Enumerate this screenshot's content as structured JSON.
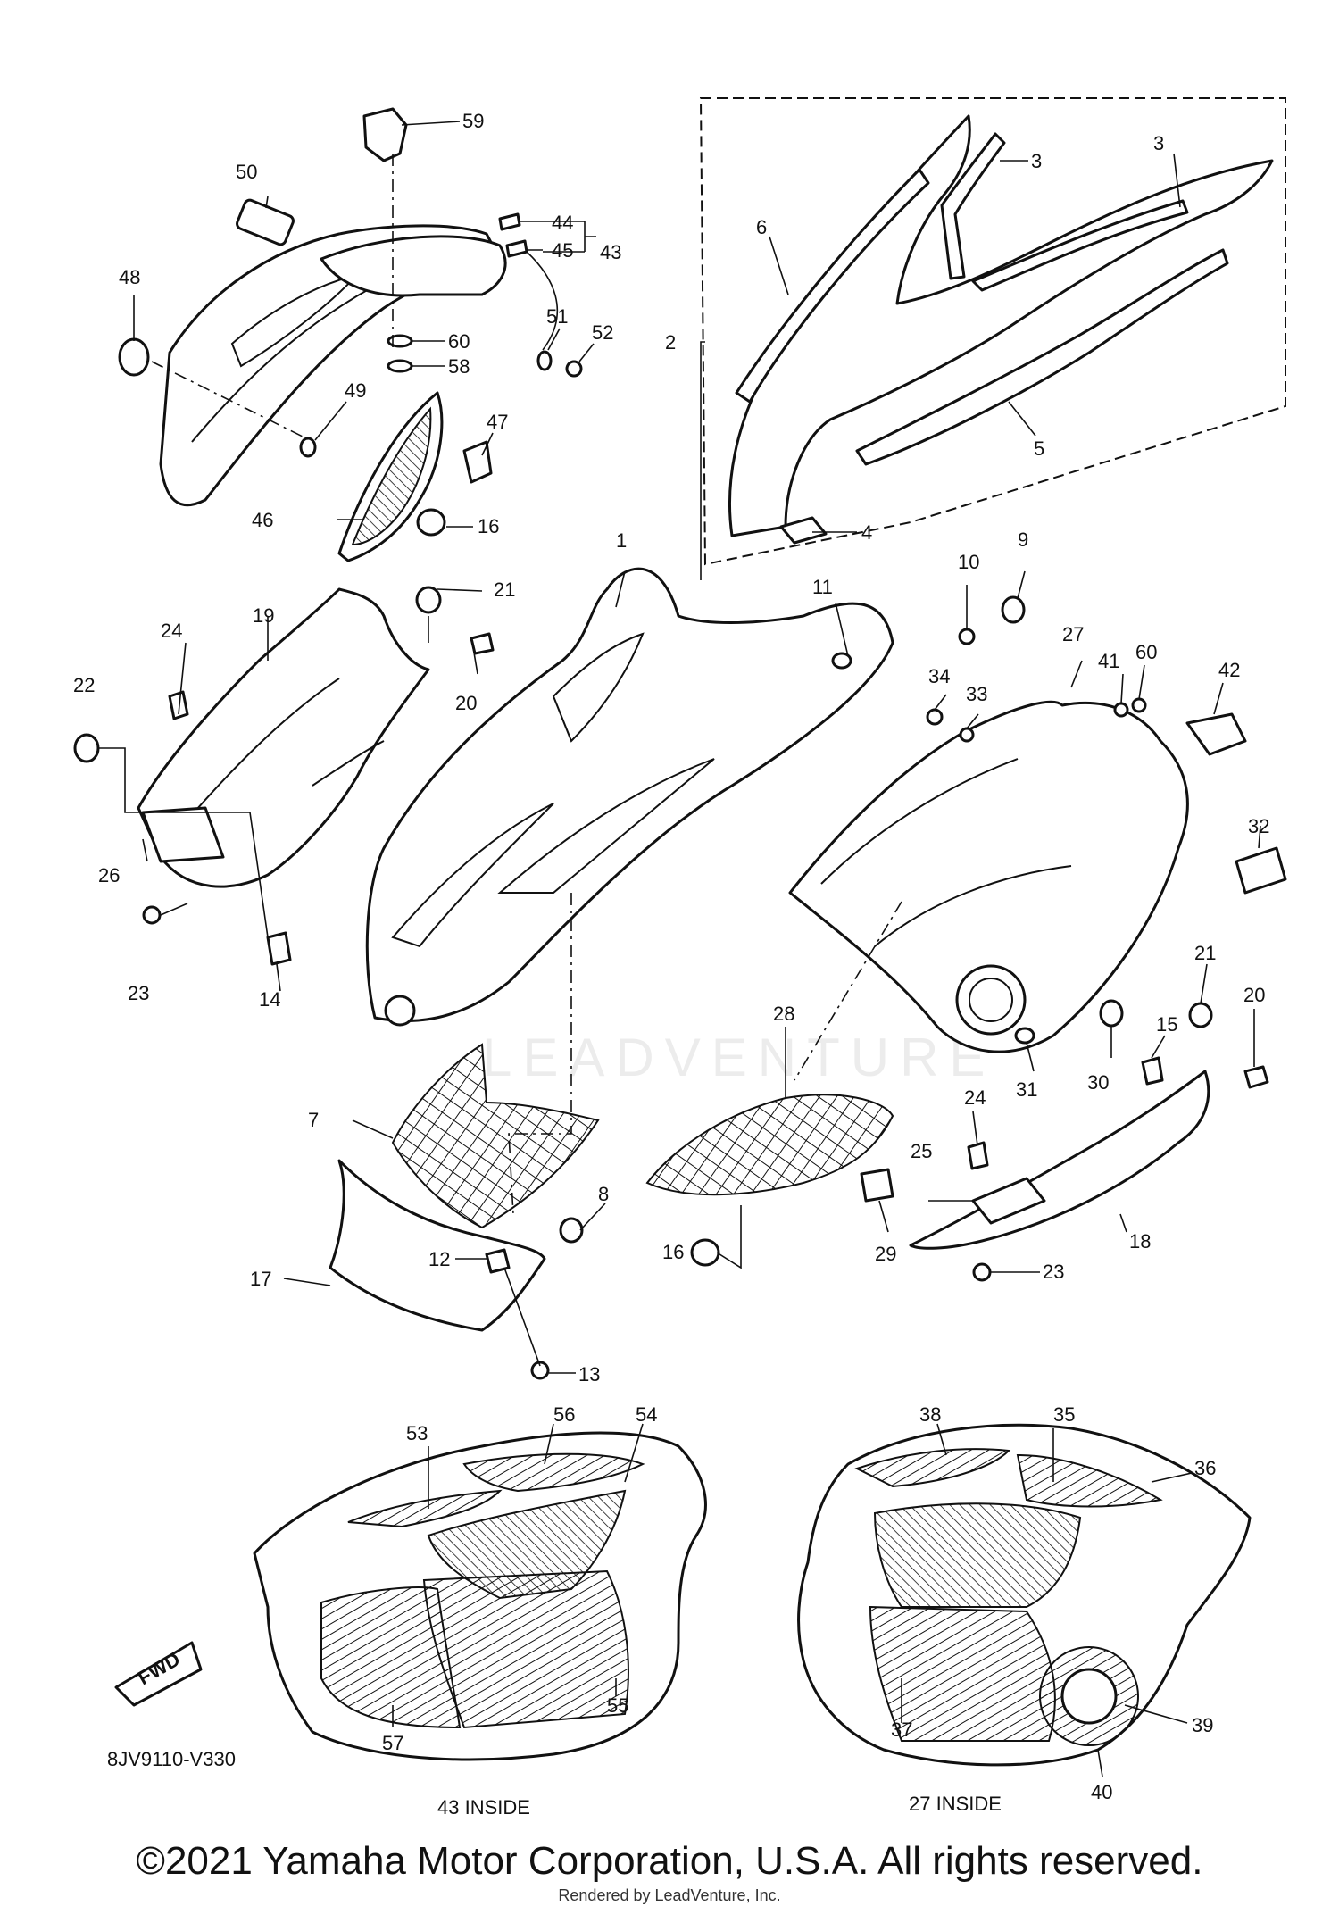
{
  "callouts": [
    {
      "id": "59",
      "label": "59"
    },
    {
      "id": "50",
      "label": "50"
    },
    {
      "id": "44",
      "label": "44"
    },
    {
      "id": "45",
      "label": "45"
    },
    {
      "id": "43",
      "label": "43"
    },
    {
      "id": "48",
      "label": "48"
    },
    {
      "id": "60a",
      "label": "60"
    },
    {
      "id": "58",
      "label": "58"
    },
    {
      "id": "51",
      "label": "51"
    },
    {
      "id": "52",
      "label": "52"
    },
    {
      "id": "49",
      "label": "49"
    },
    {
      "id": "47",
      "label": "47"
    },
    {
      "id": "46",
      "label": "46"
    },
    {
      "id": "16a",
      "label": "16"
    },
    {
      "id": "2",
      "label": "2"
    },
    {
      "id": "3a",
      "label": "3"
    },
    {
      "id": "3b",
      "label": "3"
    },
    {
      "id": "6",
      "label": "6"
    },
    {
      "id": "5",
      "label": "5"
    },
    {
      "id": "4",
      "label": "4"
    },
    {
      "id": "1",
      "label": "1"
    },
    {
      "id": "9",
      "label": "9"
    },
    {
      "id": "10",
      "label": "10"
    },
    {
      "id": "11",
      "label": "11"
    },
    {
      "id": "21a",
      "label": "21"
    },
    {
      "id": "24a",
      "label": "24"
    },
    {
      "id": "19",
      "label": "19"
    },
    {
      "id": "22",
      "label": "22"
    },
    {
      "id": "20a",
      "label": "20"
    },
    {
      "id": "26",
      "label": "26"
    },
    {
      "id": "23a",
      "label": "23"
    },
    {
      "id": "14",
      "label": "14"
    },
    {
      "id": "27",
      "label": "27"
    },
    {
      "id": "41",
      "label": "41"
    },
    {
      "id": "60b",
      "label": "60"
    },
    {
      "id": "42",
      "label": "42"
    },
    {
      "id": "34",
      "label": "34"
    },
    {
      "id": "33",
      "label": "33"
    },
    {
      "id": "32",
      "label": "32"
    },
    {
      "id": "21b",
      "label": "21"
    },
    {
      "id": "15",
      "label": "15"
    },
    {
      "id": "20b",
      "label": "20"
    },
    {
      "id": "30",
      "label": "30"
    },
    {
      "id": "31",
      "label": "31"
    },
    {
      "id": "28",
      "label": "28"
    },
    {
      "id": "7",
      "label": "7"
    },
    {
      "id": "8",
      "label": "8"
    },
    {
      "id": "24b",
      "label": "24"
    },
    {
      "id": "25",
      "label": "25"
    },
    {
      "id": "18",
      "label": "18"
    },
    {
      "id": "29",
      "label": "29"
    },
    {
      "id": "16b",
      "label": "16"
    },
    {
      "id": "23b",
      "label": "23"
    },
    {
      "id": "12",
      "label": "12"
    },
    {
      "id": "17",
      "label": "17"
    },
    {
      "id": "13",
      "label": "13"
    },
    {
      "id": "38",
      "label": "38"
    },
    {
      "id": "35",
      "label": "35"
    },
    {
      "id": "36",
      "label": "36"
    },
    {
      "id": "53",
      "label": "53"
    },
    {
      "id": "56",
      "label": "56"
    },
    {
      "id": "54",
      "label": "54"
    },
    {
      "id": "57",
      "label": "57"
    },
    {
      "id": "55",
      "label": "55"
    },
    {
      "id": "37",
      "label": "37"
    },
    {
      "id": "39",
      "label": "39"
    },
    {
      "id": "40",
      "label": "40"
    }
  ],
  "captions": {
    "fwd": "FWD",
    "diagram_code": "8JV9110-V330",
    "inside_left": "43 INSIDE",
    "inside_right": "27 INSIDE"
  },
  "watermark": "LEADVENTURE",
  "footer": {
    "copyright": "©2021 Yamaha Motor Corporation, U.S.A. All rights reserved.",
    "rendered_by": "Rendered by LeadVenture, Inc."
  }
}
